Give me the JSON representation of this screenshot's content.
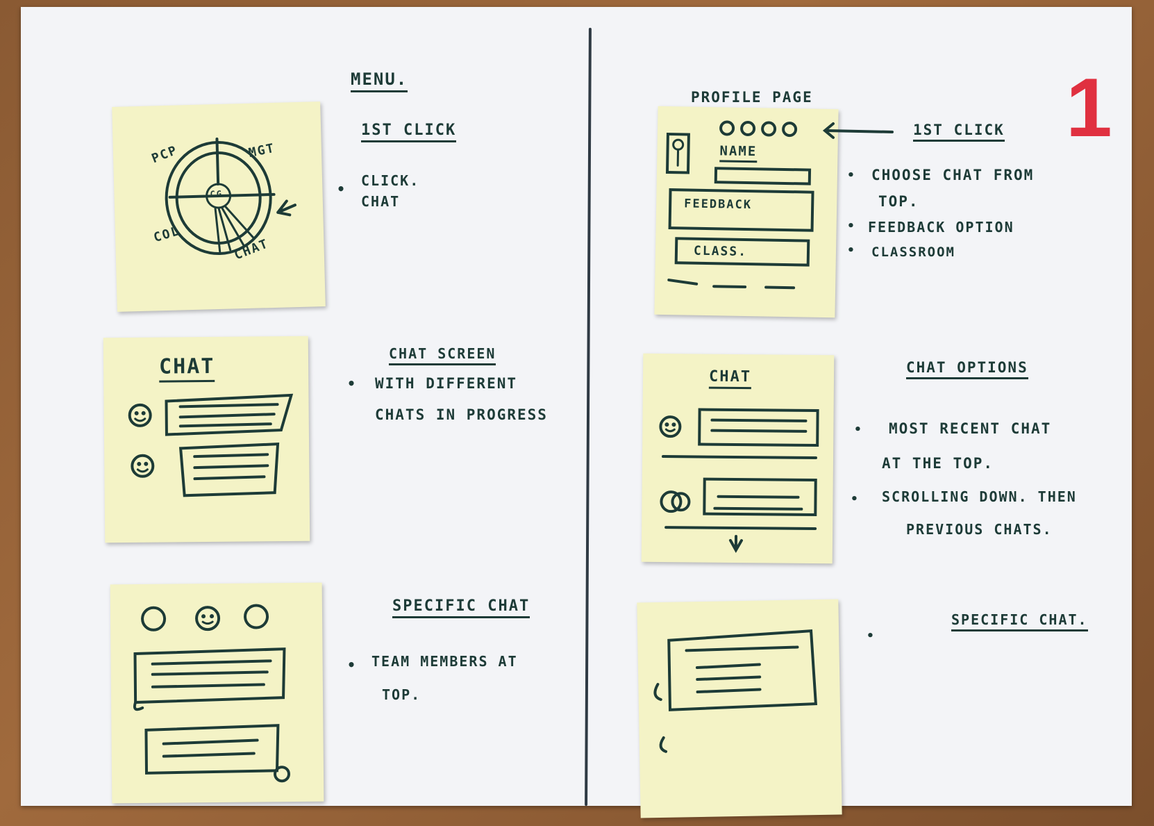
{
  "page_number": "1",
  "left": {
    "menu": {
      "heading": "MENU.",
      "subheading": "1ST CLICK",
      "bullet": "CLICK. CHAT",
      "note_labels": {
        "top_left": "PCP",
        "top_right": "MGT",
        "center": "CG",
        "bottom_left": "COL",
        "bottom_right": "CHAT"
      }
    },
    "chat": {
      "note_title": "CHAT",
      "heading": "CHAT SCREEN",
      "bullet_line1": "WITH DIFFERENT",
      "bullet_line2": "CHATS IN PROGRESS"
    },
    "specific": {
      "heading": "SPECIFIC CHAT",
      "bullet_line1": "TEAM MEMBERS AT",
      "bullet_line2": "TOP."
    }
  },
  "right": {
    "profile": {
      "title": "PROFILE PAGE",
      "heading": "1ST CLICK",
      "note_name": "NAME",
      "note_feedback": "FEEDBACK",
      "note_class": "CLASS.",
      "bullet1_line1": "CHOOSE CHAT FROM",
      "bullet1_line2": "TOP.",
      "bullet2": "FEEDBACK OPTION",
      "bullet3": "CLASSROOM"
    },
    "chat_options": {
      "note_title": "CHAT",
      "heading": "CHAT OPTIONS",
      "bullet1_line1": "MOST RECENT CHAT",
      "bullet1_line2": "AT THE TOP.",
      "bullet2_line1": "SCROLLING DOWN. THEN",
      "bullet2_line2": "PREVIOUS CHATS."
    },
    "specific": {
      "heading": "SPECIFIC CHAT."
    }
  }
}
